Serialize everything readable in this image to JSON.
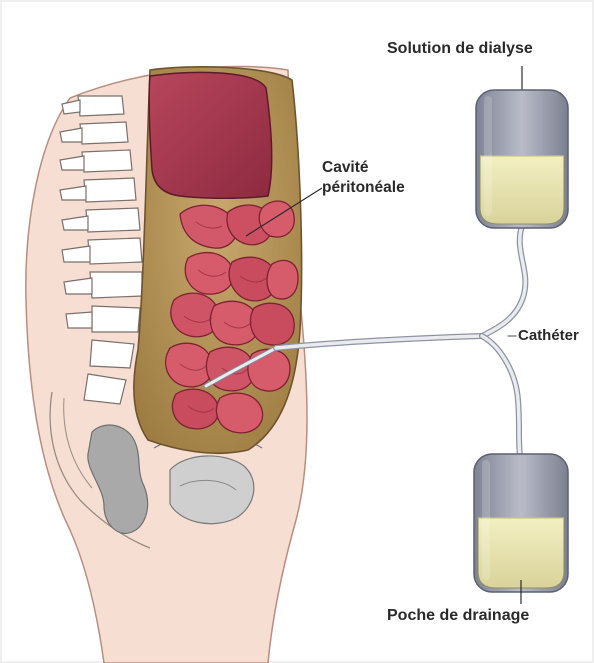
{
  "labels": {
    "solution": "Solution de dialyse",
    "cavite_line1": "Cavité",
    "cavite_line2": "péritonéale",
    "catheter": "Cathéter",
    "poche": "Poche de drainage"
  },
  "colors": {
    "skin": "#f6dfd2",
    "bone": "#ffffff",
    "intestine": "#d65b6b",
    "intestine_shadow": "#a73547",
    "cavity_fluid": "#b89a5c",
    "liver": "#a9384e",
    "solution_fluid": "#e6e2a8",
    "bag": "#9fa3b1",
    "tube": "#e9ebef"
  }
}
